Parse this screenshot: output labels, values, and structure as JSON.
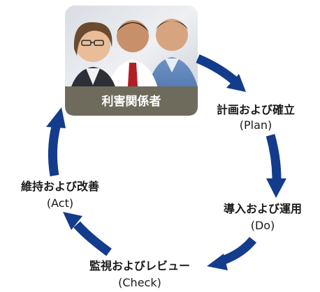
{
  "center": {
    "caption": "利害関係者"
  },
  "stages": {
    "plan": {
      "label": "計画および確立",
      "sub": "(Plan)"
    },
    "do": {
      "label": "導入および運用",
      "sub": "(Do)"
    },
    "check": {
      "label": "監視およびレビュー",
      "sub": "(Check)"
    },
    "act": {
      "label": "維持および改善",
      "sub": "(Act)"
    }
  },
  "colors": {
    "arrow": "#143c8c",
    "caption_bg": "#6f6b5c",
    "text": "#1a1a1a"
  },
  "icons": {
    "photo": "business-people-photo",
    "arrows": "cycle-arrow-icon"
  }
}
